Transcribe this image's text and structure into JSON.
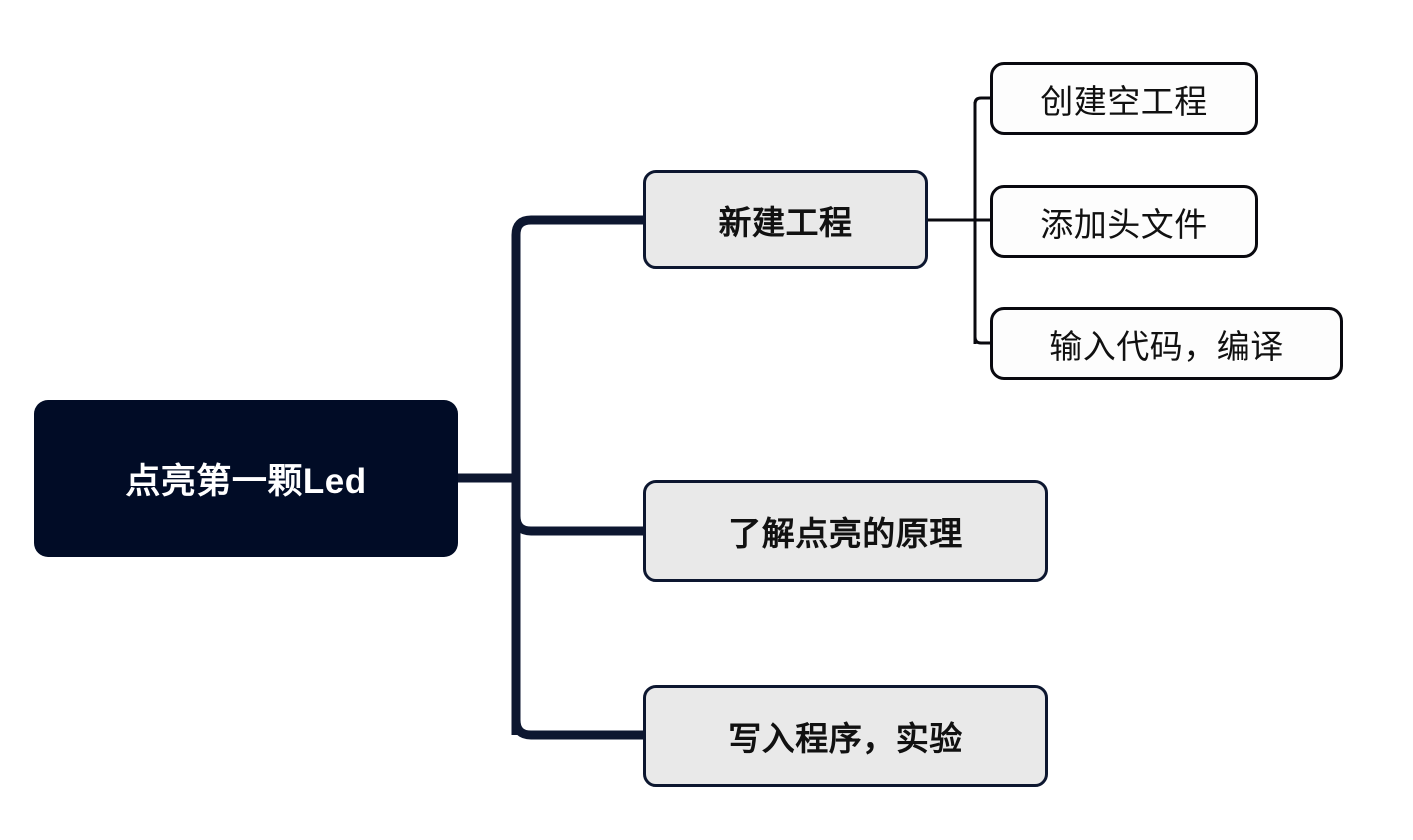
{
  "diagram": {
    "type": "mind-map",
    "orientation": "left-to-right",
    "colors": {
      "root_fill": "#010c26",
      "root_text": "#ffffff",
      "branch_fill": "#e9e9e9",
      "branch_border": "#0d1730",
      "branch_text": "#111111",
      "leaf_fill": "#fdfdfd",
      "leaf_border": "#09090f",
      "leaf_text": "#111111",
      "connector_main": "#0d1730",
      "connector_sub": "#09090f",
      "background": "#ffffff"
    },
    "root": {
      "label": "点亮第一颗Led"
    },
    "branches": [
      {
        "label": "新建工程",
        "children": [
          {
            "label": "创建空工程"
          },
          {
            "label": "添加头文件"
          },
          {
            "label": "输入代码，编译"
          }
        ]
      },
      {
        "label": "了解点亮的原理",
        "children": []
      },
      {
        "label": "写入程序，实验",
        "children": []
      }
    ]
  }
}
